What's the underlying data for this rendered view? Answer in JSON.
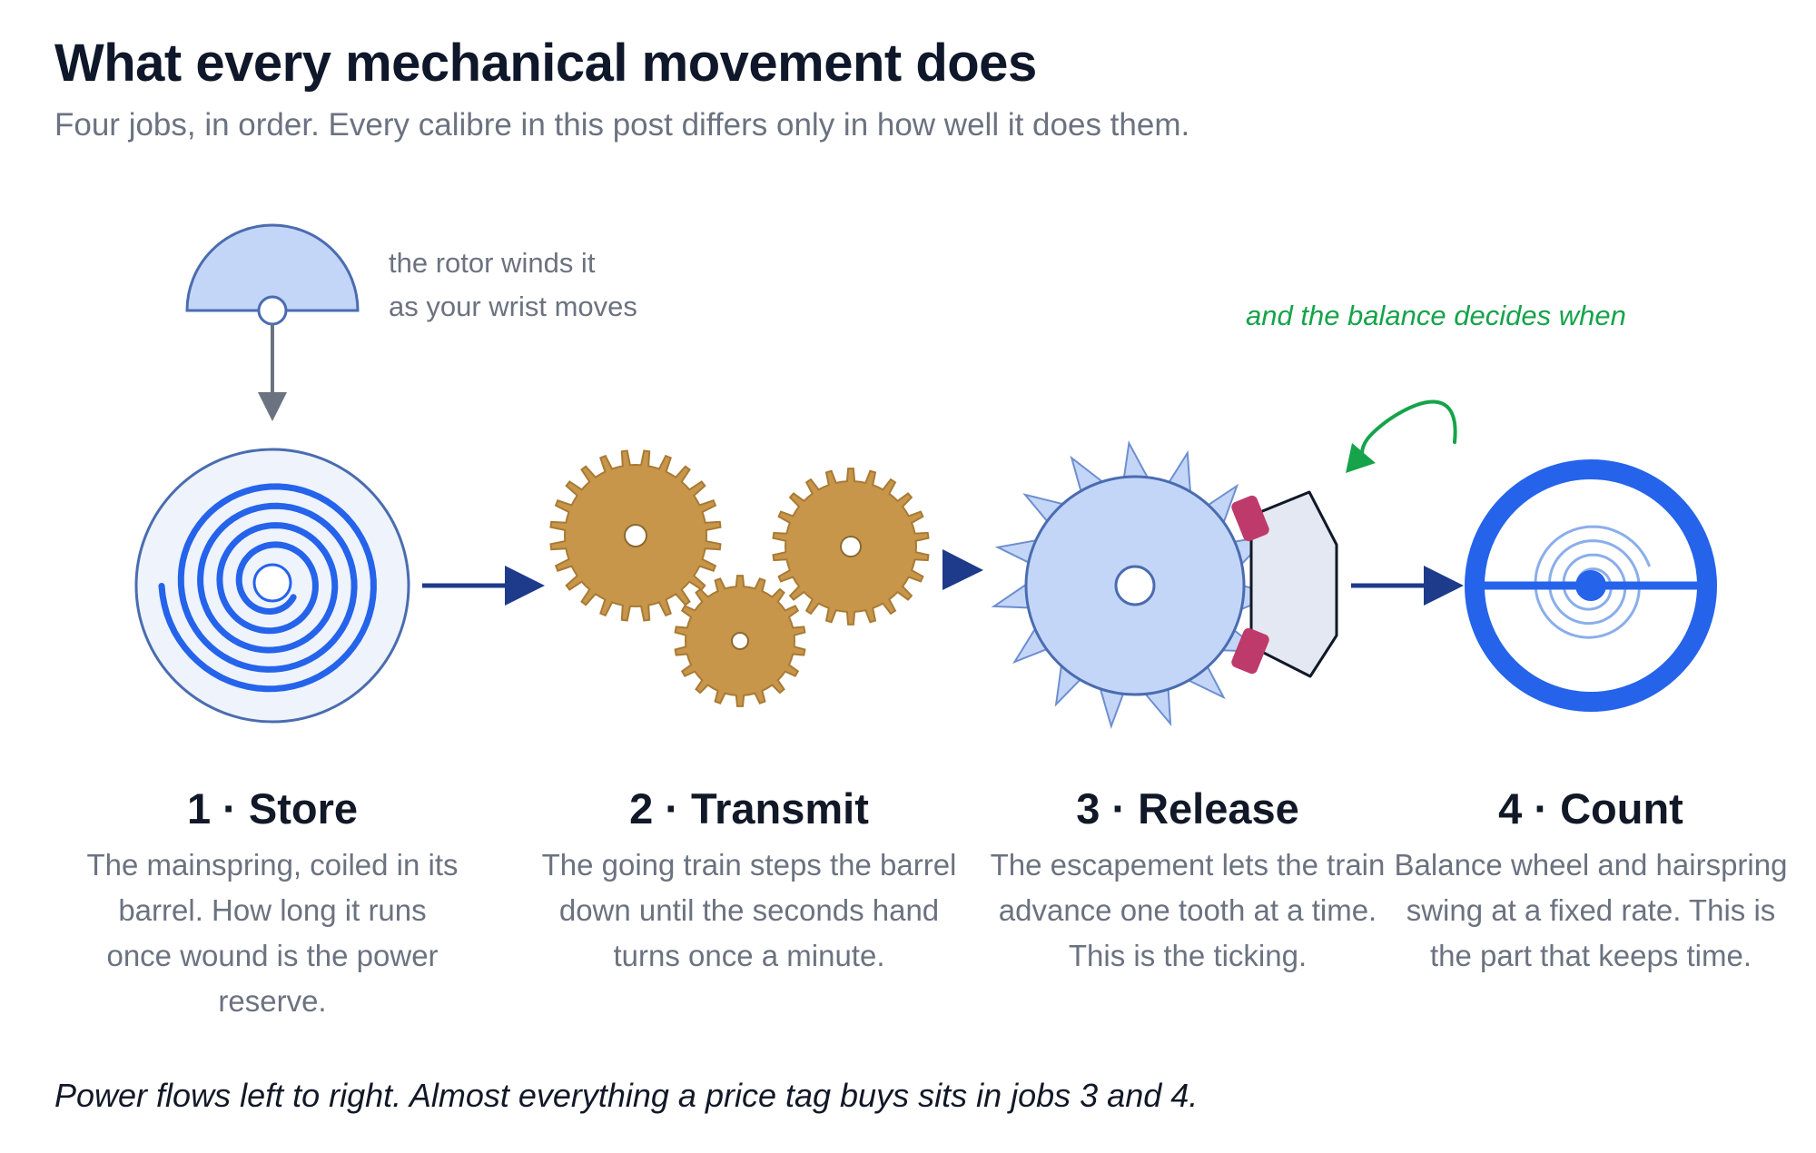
{
  "header": {
    "title": "What every mechanical movement does",
    "subtitle": "Four jobs, in order. Every calibre in this post differs only in how well it does them."
  },
  "annotations": {
    "rotor_line1": "the rotor winds it",
    "rotor_line2": "as your wrist moves",
    "balance_note": "and the balance decides when"
  },
  "steps": [
    {
      "title": "1 · Store",
      "desc": "The mainspring, coiled in its barrel. How long it runs once wound is the power reserve."
    },
    {
      "title": "2 · Transmit",
      "desc": "The going train steps the barrel down until the seconds hand turns once a minute."
    },
    {
      "title": "3 · Release",
      "desc": "The escapement lets the train advance one tooth at a time. This is the ticking."
    },
    {
      "title": "4 · Count",
      "desc": "Balance wheel and hairspring swing at a fixed rate. This is the part that keeps time."
    }
  ],
  "footer": "Power flows left to right. Almost everything a price tag buys sits in jobs 3 and 4.",
  "colors": {
    "blue_dark": "#1e3a8a",
    "blue_bright": "#2563eb",
    "blue_light": "#c4d6f8",
    "gold": "#c8964a",
    "green": "#16a34a",
    "magenta": "#be3a6a",
    "gray": "#6b7280"
  }
}
